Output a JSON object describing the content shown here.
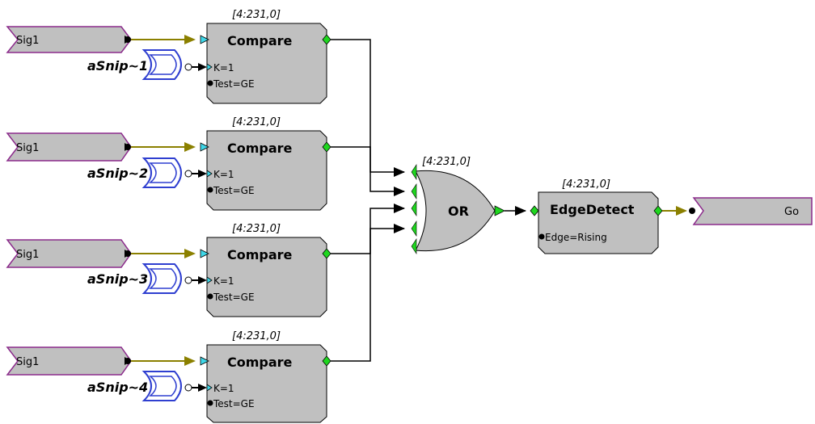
{
  "rows": [
    {
      "signal": "Sig1",
      "snip": "aSnip~1",
      "address": "[4:231,0]",
      "block": "Compare",
      "param_k": "K=1",
      "param_test": "Test=GE"
    },
    {
      "signal": "Sig1",
      "snip": "aSnip~2",
      "address": "[4:231,0]",
      "block": "Compare",
      "param_k": "K=1",
      "param_test": "Test=GE"
    },
    {
      "signal": "Sig1",
      "snip": "aSnip~3",
      "address": "[4:231,0]",
      "block": "Compare",
      "param_k": "K=1",
      "param_test": "Test=GE"
    },
    {
      "signal": "Sig1",
      "snip": "aSnip~4",
      "address": "[4:231,0]",
      "block": "Compare",
      "param_k": "K=1",
      "param_test": "Test=GE"
    }
  ],
  "or_gate": {
    "label": "OR",
    "address": "[4:231,0]"
  },
  "edge_detect": {
    "title": "EdgeDetect",
    "param": "Edge=Rising",
    "address": "[4:231,0]"
  },
  "output": {
    "label": "Go"
  },
  "colors": {
    "block_fill": "#c0c0c0",
    "tag_border": "#8b2a8b",
    "snip_border": "#2f3fd0",
    "wire_olive": "#8b8000",
    "port_green": "#1fd61f",
    "port_cyan": "#3fd7e8",
    "wire": "#000000"
  }
}
